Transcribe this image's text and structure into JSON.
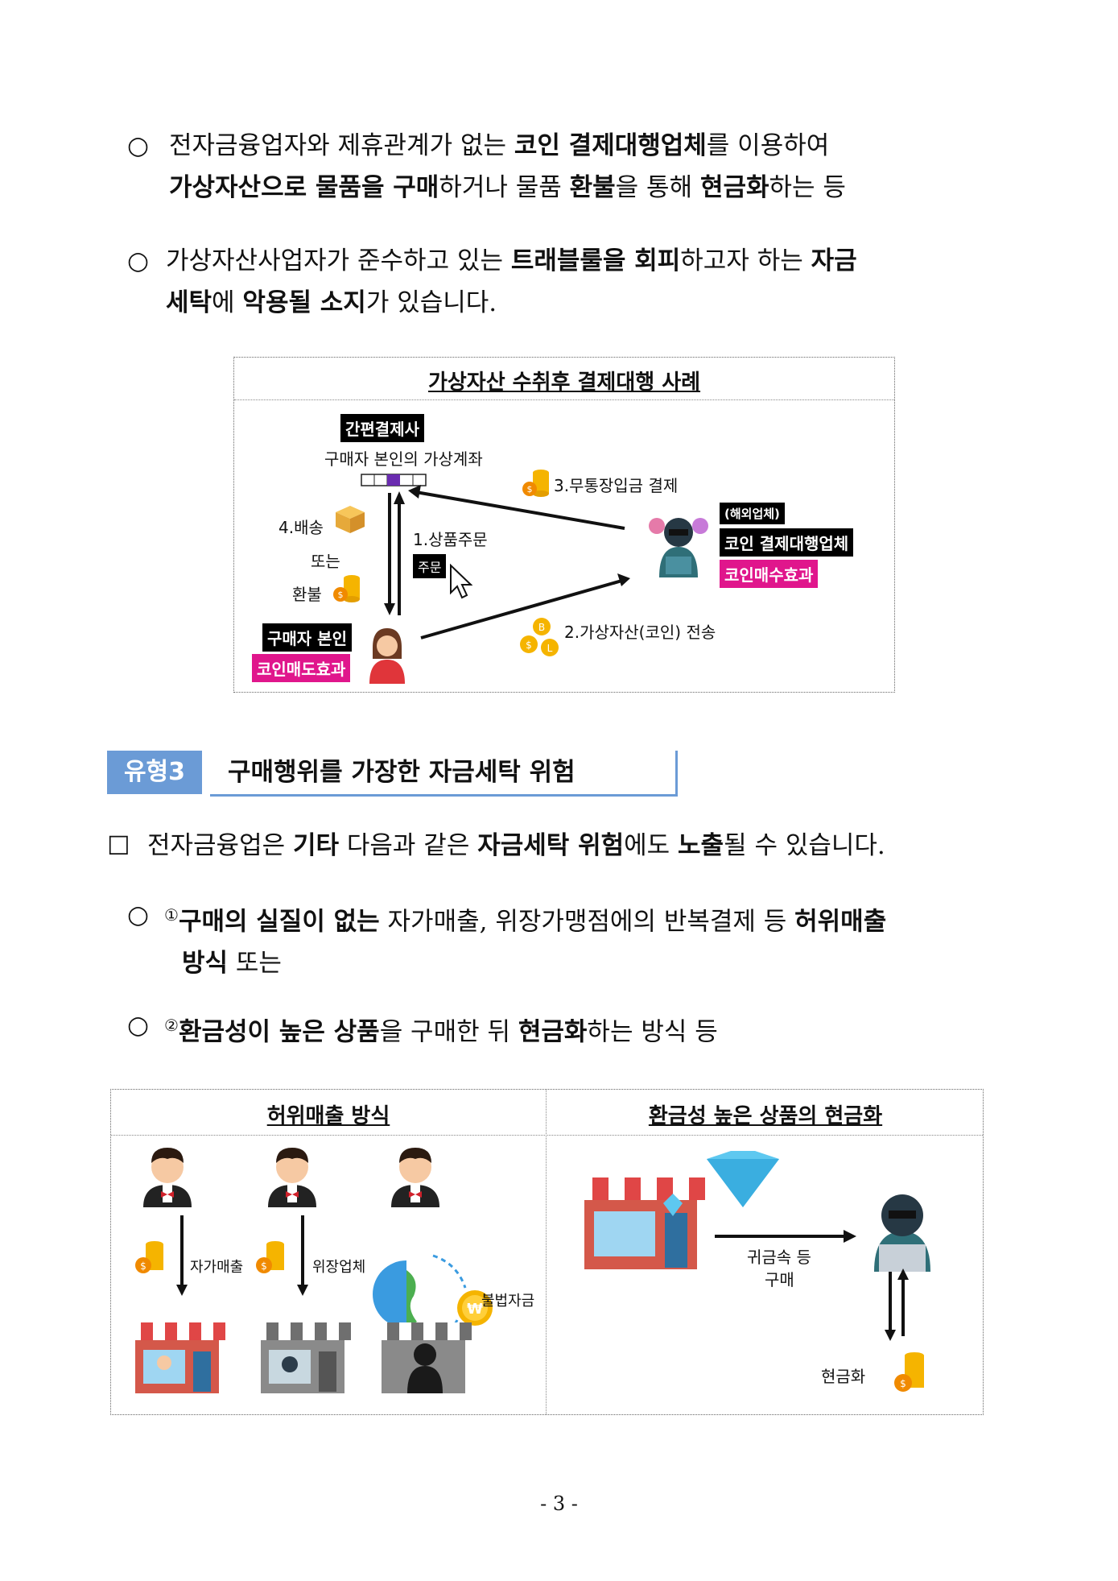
{
  "para1": {
    "marker": "○",
    "line1": [
      {
        "t": "전자금융업자와 제휴관계가 없는 ",
        "b": false
      },
      {
        "t": "코인 결제대행업체",
        "b": true
      },
      {
        "t": "를 이용하여",
        "b": false
      }
    ],
    "line2": [
      {
        "t": "가상자산으로 물품을 구매",
        "b": true
      },
      {
        "t": "하거나 물품 ",
        "b": false
      },
      {
        "t": "환불",
        "b": true
      },
      {
        "t": "을 통해 ",
        "b": false
      },
      {
        "t": "현금화",
        "b": true
      },
      {
        "t": "하는 등",
        "b": false
      }
    ]
  },
  "para2": {
    "marker": "○",
    "line1": [
      {
        "t": "가상자산사업자가 준수하고 있는 ",
        "b": false
      },
      {
        "t": "트래블룰을 회피",
        "b": true
      },
      {
        "t": "하고자 하는 ",
        "b": false
      },
      {
        "t": "자금",
        "b": true
      }
    ],
    "line2": [
      {
        "t": "세탁",
        "b": true
      },
      {
        "t": "에 ",
        "b": false
      },
      {
        "t": "악용될 소지",
        "b": true
      },
      {
        "t": "가 있습니다.",
        "b": false
      }
    ]
  },
  "figure1": {
    "title": "가상자산 수취후 결제대행 사례",
    "pay_company": "간편결제사",
    "virtual_account": "구매자 본인의 가상계좌",
    "step3": "3.무통장입금 결제",
    "overseas": "(해외업체)",
    "coin_agency": "코인 결제대행업체",
    "coin_buy_effect": "코인매수효과",
    "step4": "4.배송",
    "or": "또는",
    "refund": "환불",
    "step1": "1.상품주문",
    "order_btn": "주문",
    "buyer": "구매자 본인",
    "coin_sell_effect": "코인매도효과",
    "step2": "2.가상자산(코인) 전송"
  },
  "section": {
    "badge": "유형3",
    "title": "구매행위를 가장한 자금세탁 위험"
  },
  "para3": {
    "marker": "☐",
    "line1": [
      {
        "t": "전자금융업은 ",
        "b": false
      },
      {
        "t": "기타",
        "b": true
      },
      {
        "t": " 다음과 같은 ",
        "b": false
      },
      {
        "t": "자금세탁 위험",
        "b": true
      },
      {
        "t": "에도 ",
        "b": false
      },
      {
        "t": "노출",
        "b": true
      },
      {
        "t": "될 수 있습니다.",
        "b": false
      }
    ]
  },
  "para4": {
    "marker": "○",
    "line1": [
      {
        "t": "①",
        "b": false,
        "sup": true
      },
      {
        "t": "구매의 실질이 없는",
        "b": true
      },
      {
        "t": " 자가매출, 위장가맹점에의 반복결제 등 ",
        "b": false
      },
      {
        "t": "허위매출",
        "b": true
      }
    ],
    "line2": [
      {
        "t": "방식",
        "b": true
      },
      {
        "t": " 또는",
        "b": false
      }
    ]
  },
  "para5": {
    "marker": "○",
    "line1": [
      {
        "t": "②",
        "b": false,
        "sup": true
      },
      {
        "t": "환금성이 높은 상품",
        "b": true
      },
      {
        "t": "을 구매한 뒤 ",
        "b": false
      },
      {
        "t": "현금화",
        "b": true
      },
      {
        "t": "하는 방식 등",
        "b": false
      }
    ]
  },
  "figure2": {
    "left_title": "허위매출 방식",
    "right_title": "환금성 높은 상품의 현금화",
    "self_sales": "자가매출",
    "disguised": "위장업체",
    "illegal_funds": "불법자금",
    "precious_metal": "귀금속 등",
    "purchase": "구매",
    "cashing": "현금화"
  },
  "page_number": "- 3 -",
  "colors": {
    "accent_blue": "#6b9bd6",
    "tag_pink": "#e0168c",
    "coin_gold": "#f5b400"
  }
}
